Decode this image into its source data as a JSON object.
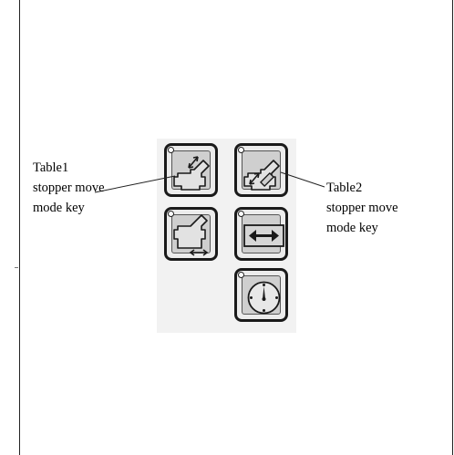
{
  "labels": {
    "left": [
      "Table1",
      "stopper move",
      "mode key"
    ],
    "right": [
      "Table2",
      "stopper move",
      "mode key"
    ]
  },
  "keys": [
    {
      "name": "table1-stopper-move-mode-key",
      "icon": "table1-stopper-move-icon"
    },
    {
      "name": "table2-stopper-move-mode-key",
      "icon": "table2-stopper-move-icon"
    },
    {
      "name": "table-shift-key",
      "icon": "table-shift-icon"
    },
    {
      "name": "horizontal-move-key",
      "icon": "double-arrow-icon"
    },
    {
      "name": "dial-key",
      "icon": "dial-icon"
    }
  ]
}
